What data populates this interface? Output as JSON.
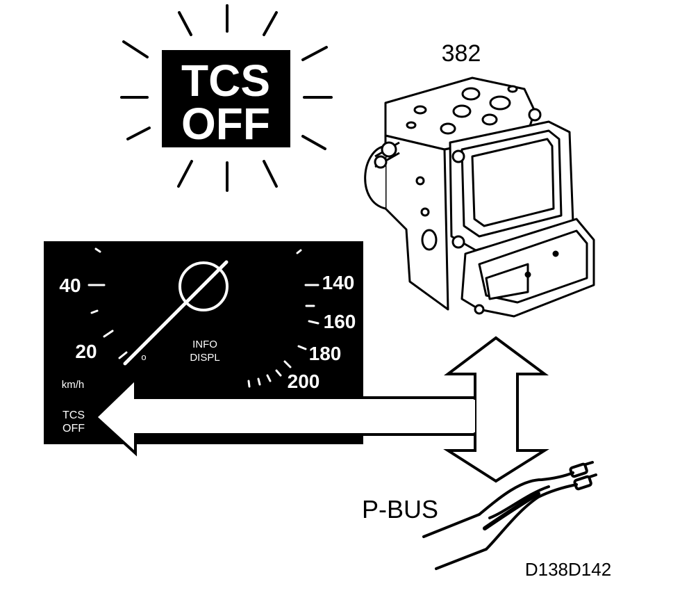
{
  "warning_lamp": {
    "line1": "TCS",
    "line2": "OFF"
  },
  "component_number": "382",
  "cluster": {
    "speed_left": [
      "40",
      "20"
    ],
    "speed_right": [
      "140",
      "160",
      "180",
      "200"
    ],
    "unit": "km/h",
    "center_label_line1": "INFO",
    "center_label_line2": "DISPL",
    "indicator_line1": "TCS",
    "indicator_line2": "OFF"
  },
  "bus_label": "P-BUS",
  "figure_code": "D138D142",
  "colors": {
    "ink": "#000000",
    "paper": "#ffffff"
  }
}
